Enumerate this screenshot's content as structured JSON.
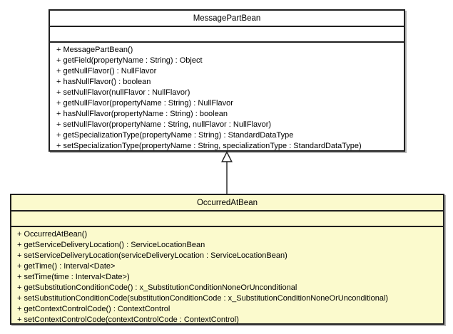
{
  "colors": {
    "canvas_bg": "#ffffff",
    "plain_class_fill": "#ffffff",
    "highlight_class_fill": "#fbfacd",
    "border": "#1f1f1f",
    "shadow": "#b5b5b5"
  },
  "classes": {
    "message_part_bean": {
      "name": "MessagePartBean",
      "attributes": [],
      "methods": [
        "+ MessagePartBean()",
        "+ getField(propertyName : String) : Object",
        "+ getNullFlavor() : NullFlavor",
        "+ hasNullFlavor() : boolean",
        "+ setNullFlavor(nullFlavor : NullFlavor)",
        "+ getNullFlavor(propertyName : String) : NullFlavor",
        "+ hasNullFlavor(propertyName : String) : boolean",
        "+ setNullFlavor(propertyName : String, nullFlavor : NullFlavor)",
        "+ getSpecializationType(propertyName : String) : StandardDataType",
        "+ setSpecializationType(propertyName : String, specializationType : StandardDataType)"
      ]
    },
    "occurred_at_bean": {
      "name": "OccurredAtBean",
      "attributes": [],
      "methods": [
        "+ OccurredAtBean()",
        "+ getServiceDeliveryLocation() : ServiceLocationBean",
        "+ setServiceDeliveryLocation(serviceDeliveryLocation : ServiceLocationBean)",
        "+ getTime() : Interval<Date>",
        "+ setTime(time : Interval<Date>)",
        "+ getSubstitutionConditionCode() : x_SubstitutionConditionNoneOrUnconditional",
        "+ setSubstitutionConditionCode(substitutionConditionCode : x_SubstitutionConditionNoneOrUnconditional)",
        "+ getContextControlCode() : ContextControl",
        "+ setContextControlCode(contextControlCode : ContextControl)"
      ]
    }
  },
  "relationship": {
    "type": "generalization",
    "from": "OccurredAtBean",
    "to": "MessagePartBean"
  }
}
